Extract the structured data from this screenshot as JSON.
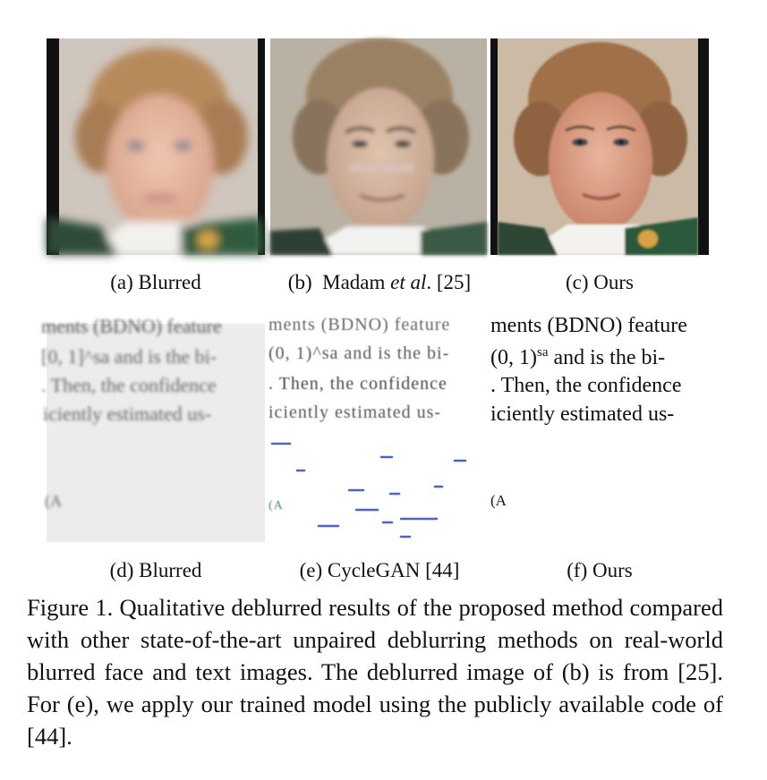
{
  "figure": {
    "captions": {
      "a": "(a)  Blurred",
      "b_prefix": "(b)  Madam ",
      "b_italic": "et al",
      "b_suffix": ". [25]",
      "c": "(c)  Ours",
      "d": "(d)  Blurred",
      "e": "(e)  CycleGAN [44]",
      "f": "(f)  Ours"
    },
    "caption_text": "Figure 1. Qualitative deblurred results of the proposed method compared with other state-of-the-art unpaired deblurring methods on real-world blurred face and text images. The deblurred image of (b) is from [25]. For (e), we apply our trained model using the publicly available code of [44].",
    "text_panels": {
      "blurred_lines": [
        "ments (BDNO) feature",
        "[0, 1]^sa and is the bi-",
        ". Then, the confidence",
        "iciently estimated us-",
        "(A"
      ],
      "cyclegan_lines": [
        "ments (BDNO) feature",
        "(0, 1)^sa and is the bi-",
        ". Then, the confidence",
        "iciently estimated us-",
        "(A"
      ],
      "ours_lines": [
        "ments (BDNO) feature",
        "(0, 1)",
        "sa",
        " and is the bi-",
        ". Then, the confidence",
        "iciently estimated us-",
        "(A"
      ]
    }
  }
}
